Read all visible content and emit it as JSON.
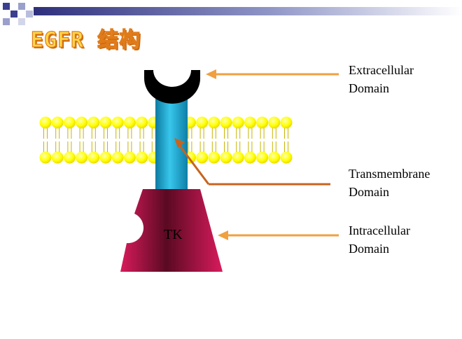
{
  "slide": {
    "title": "EGFR 结构",
    "labels": {
      "extracellular": [
        "Extracellular",
        "Domain"
      ],
      "transmembrane": [
        "Transmembrane",
        "Domain"
      ],
      "intracellular": [
        "Intracellular",
        "Domain"
      ]
    },
    "tk_label": "TK"
  },
  "colors": {
    "title_fill": "#ffd84a",
    "title_outline": "#e07b1a",
    "header_stripe": "#3a3f8f",
    "arrow": "#f0a040",
    "transmembrane_arrow": "#c8641e",
    "receptor_channel": "#1aa3c9",
    "kinase_domain": "#c4164f",
    "lipid_head": "#ffff00",
    "ligand_cup": "#000000"
  },
  "icons": {
    "header": "checkerboard-stripe",
    "membrane": "lipid-bilayer",
    "receptor_top": "ligand-binding-cup"
  }
}
